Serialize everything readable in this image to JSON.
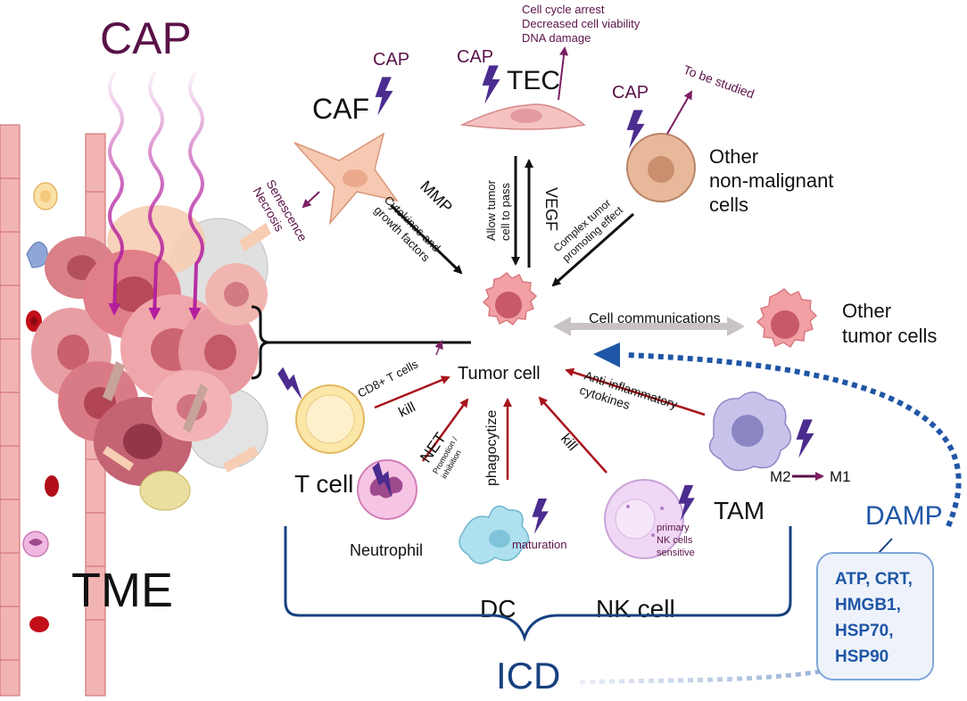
{
  "labels": {
    "cap_main": "CAP",
    "tme": "TME",
    "caf_cap": "CAP",
    "caf": "CAF",
    "tec_cap": "CAP",
    "tec": "TEC",
    "tec_effects": [
      "Cell cycle arrest",
      "Decreased cell viability",
      "DNA damage"
    ],
    "other_cap": "CAP",
    "to_be_studied": "To be studied",
    "other_nonmalignant": [
      "Other",
      "non-malignant",
      "cells"
    ],
    "senescence": [
      "Senescence",
      "Necrosis"
    ],
    "mmp": "MMP",
    "cytokines_growth": [
      "Cytokines and",
      "growth factors"
    ],
    "allow_tumor": [
      "Allow tumor",
      "cell to pass"
    ],
    "vegf": "VEGF",
    "complex_tumor": [
      "Complex tumor",
      "promoting effect"
    ],
    "cell_communications": "Cell communications",
    "other_tumor_cells": [
      "Other",
      "tumor cells"
    ],
    "tumor_cell": "Tumor cell",
    "cd8": "CD8+ T cells",
    "kill_t": "kill",
    "net": "NET",
    "promotion": [
      "Promotion /",
      "inhibition"
    ],
    "phagocytize": "phagocytize",
    "kill_nk": "kill",
    "anti_inflammatory": [
      "Anti-inflammatory",
      "cytokines"
    ],
    "m2": "M2",
    "m1": "M1",
    "tcell": "T cell",
    "neutrophil": "Neutrophil",
    "dc": "DC",
    "maturation": "maturation",
    "nk_cell": "NK cell",
    "nk_sensitive": [
      "primary",
      "NK cells",
      "sensitive"
    ],
    "tam": "TAM",
    "damp": "DAMP",
    "damp_list": [
      "ATP, CRT,",
      "HMGB1,",
      "HSP70,",
      "HSP90"
    ],
    "icd": "ICD"
  },
  "colors": {
    "cap_purple": "#5a1248",
    "lightning": "#4b2c8f",
    "wave": "#b31e9e",
    "blue": "#1f56a6",
    "navy": "#17417f",
    "red_arrow": "#a8141c",
    "tumor": "#f2a0a4",
    "tumor_nucleus": "#c75a66",
    "caf": "#f7c9b2",
    "tec": "#f5c2c2",
    "tcell": "#fbe7a8",
    "neutrophil": "#e9a6d7",
    "dc": "#aee0ef",
    "nk": "#efd7f5",
    "tam": "#c8c3ea",
    "other_cell": "#e8b89a"
  }
}
